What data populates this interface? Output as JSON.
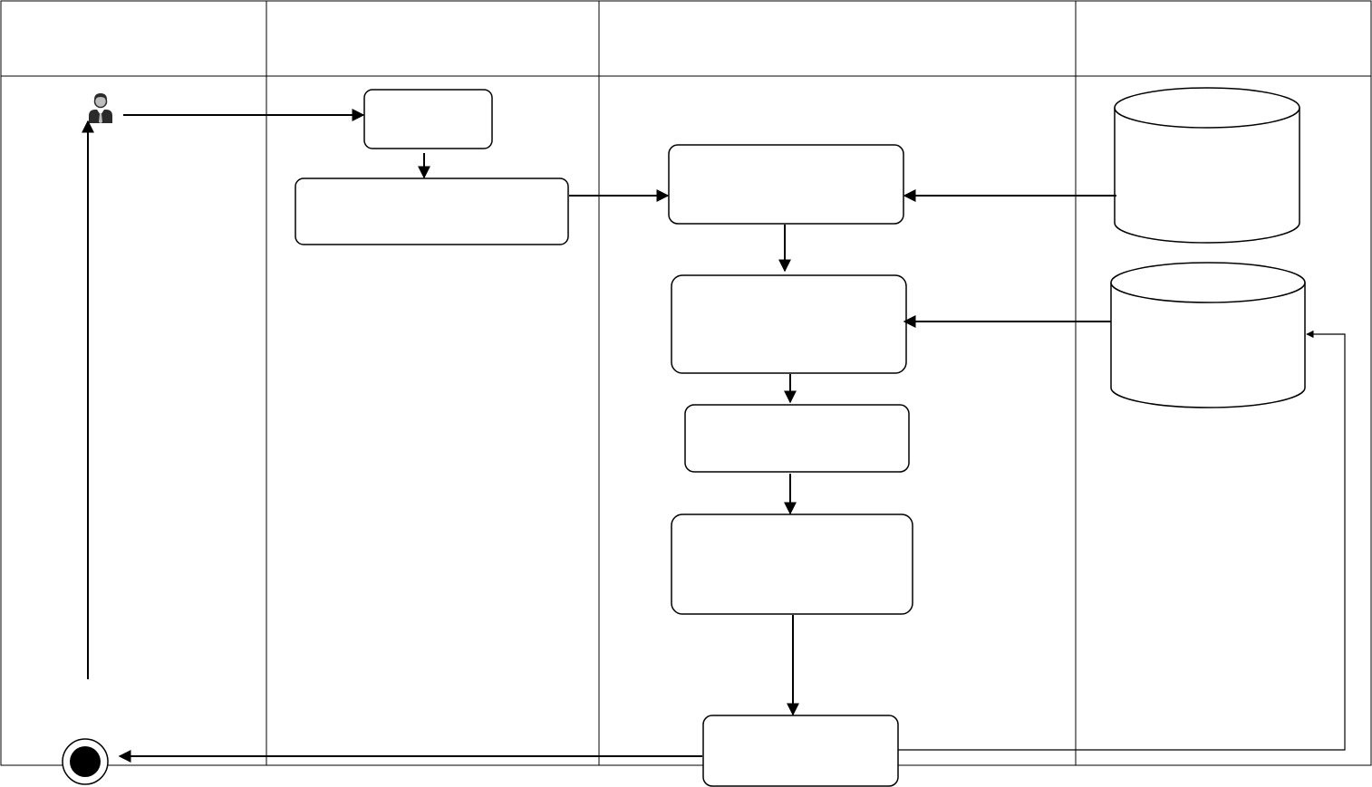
{
  "diagram": {
    "type": "activity-swimlane",
    "colors": {
      "stroke": "#000000",
      "background": "#ffffff",
      "end_node_fill": "#000000",
      "actor_dark": "#2b2b2b",
      "actor_light": "#bdbdbd"
    },
    "lanes": [
      {
        "id": "lane-1",
        "label": ""
      },
      {
        "id": "lane-2",
        "label": ""
      },
      {
        "id": "lane-3",
        "label": ""
      },
      {
        "id": "lane-4",
        "label": ""
      }
    ],
    "nodes": {
      "actor": {
        "icon": "user-icon",
        "label": ""
      },
      "process_1": {
        "label": ""
      },
      "process_2": {
        "label": ""
      },
      "process_3": {
        "label": ""
      },
      "process_4": {
        "label": ""
      },
      "process_5": {
        "label": ""
      },
      "process_6": {
        "label": ""
      },
      "process_7": {
        "label": ""
      },
      "database_1": {
        "icon": "database-icon",
        "label": ""
      },
      "database_2": {
        "icon": "database-icon",
        "label": ""
      },
      "end": {
        "icon": "end-node-icon",
        "label": ""
      }
    },
    "edges": [
      {
        "from": "actor",
        "to": "process_1"
      },
      {
        "from": "process_1",
        "to": "process_2"
      },
      {
        "from": "process_2",
        "to": "process_3"
      },
      {
        "from": "database_1",
        "to": "process_3"
      },
      {
        "from": "process_3",
        "to": "process_4"
      },
      {
        "from": "database_2",
        "to": "process_4"
      },
      {
        "from": "process_4",
        "to": "process_5"
      },
      {
        "from": "process_5",
        "to": "process_6"
      },
      {
        "from": "process_6",
        "to": "process_7"
      },
      {
        "from": "process_7",
        "to": "end"
      },
      {
        "from": "process_7",
        "to": "database_2"
      },
      {
        "from": "loop",
        "to": "actor"
      }
    ]
  }
}
